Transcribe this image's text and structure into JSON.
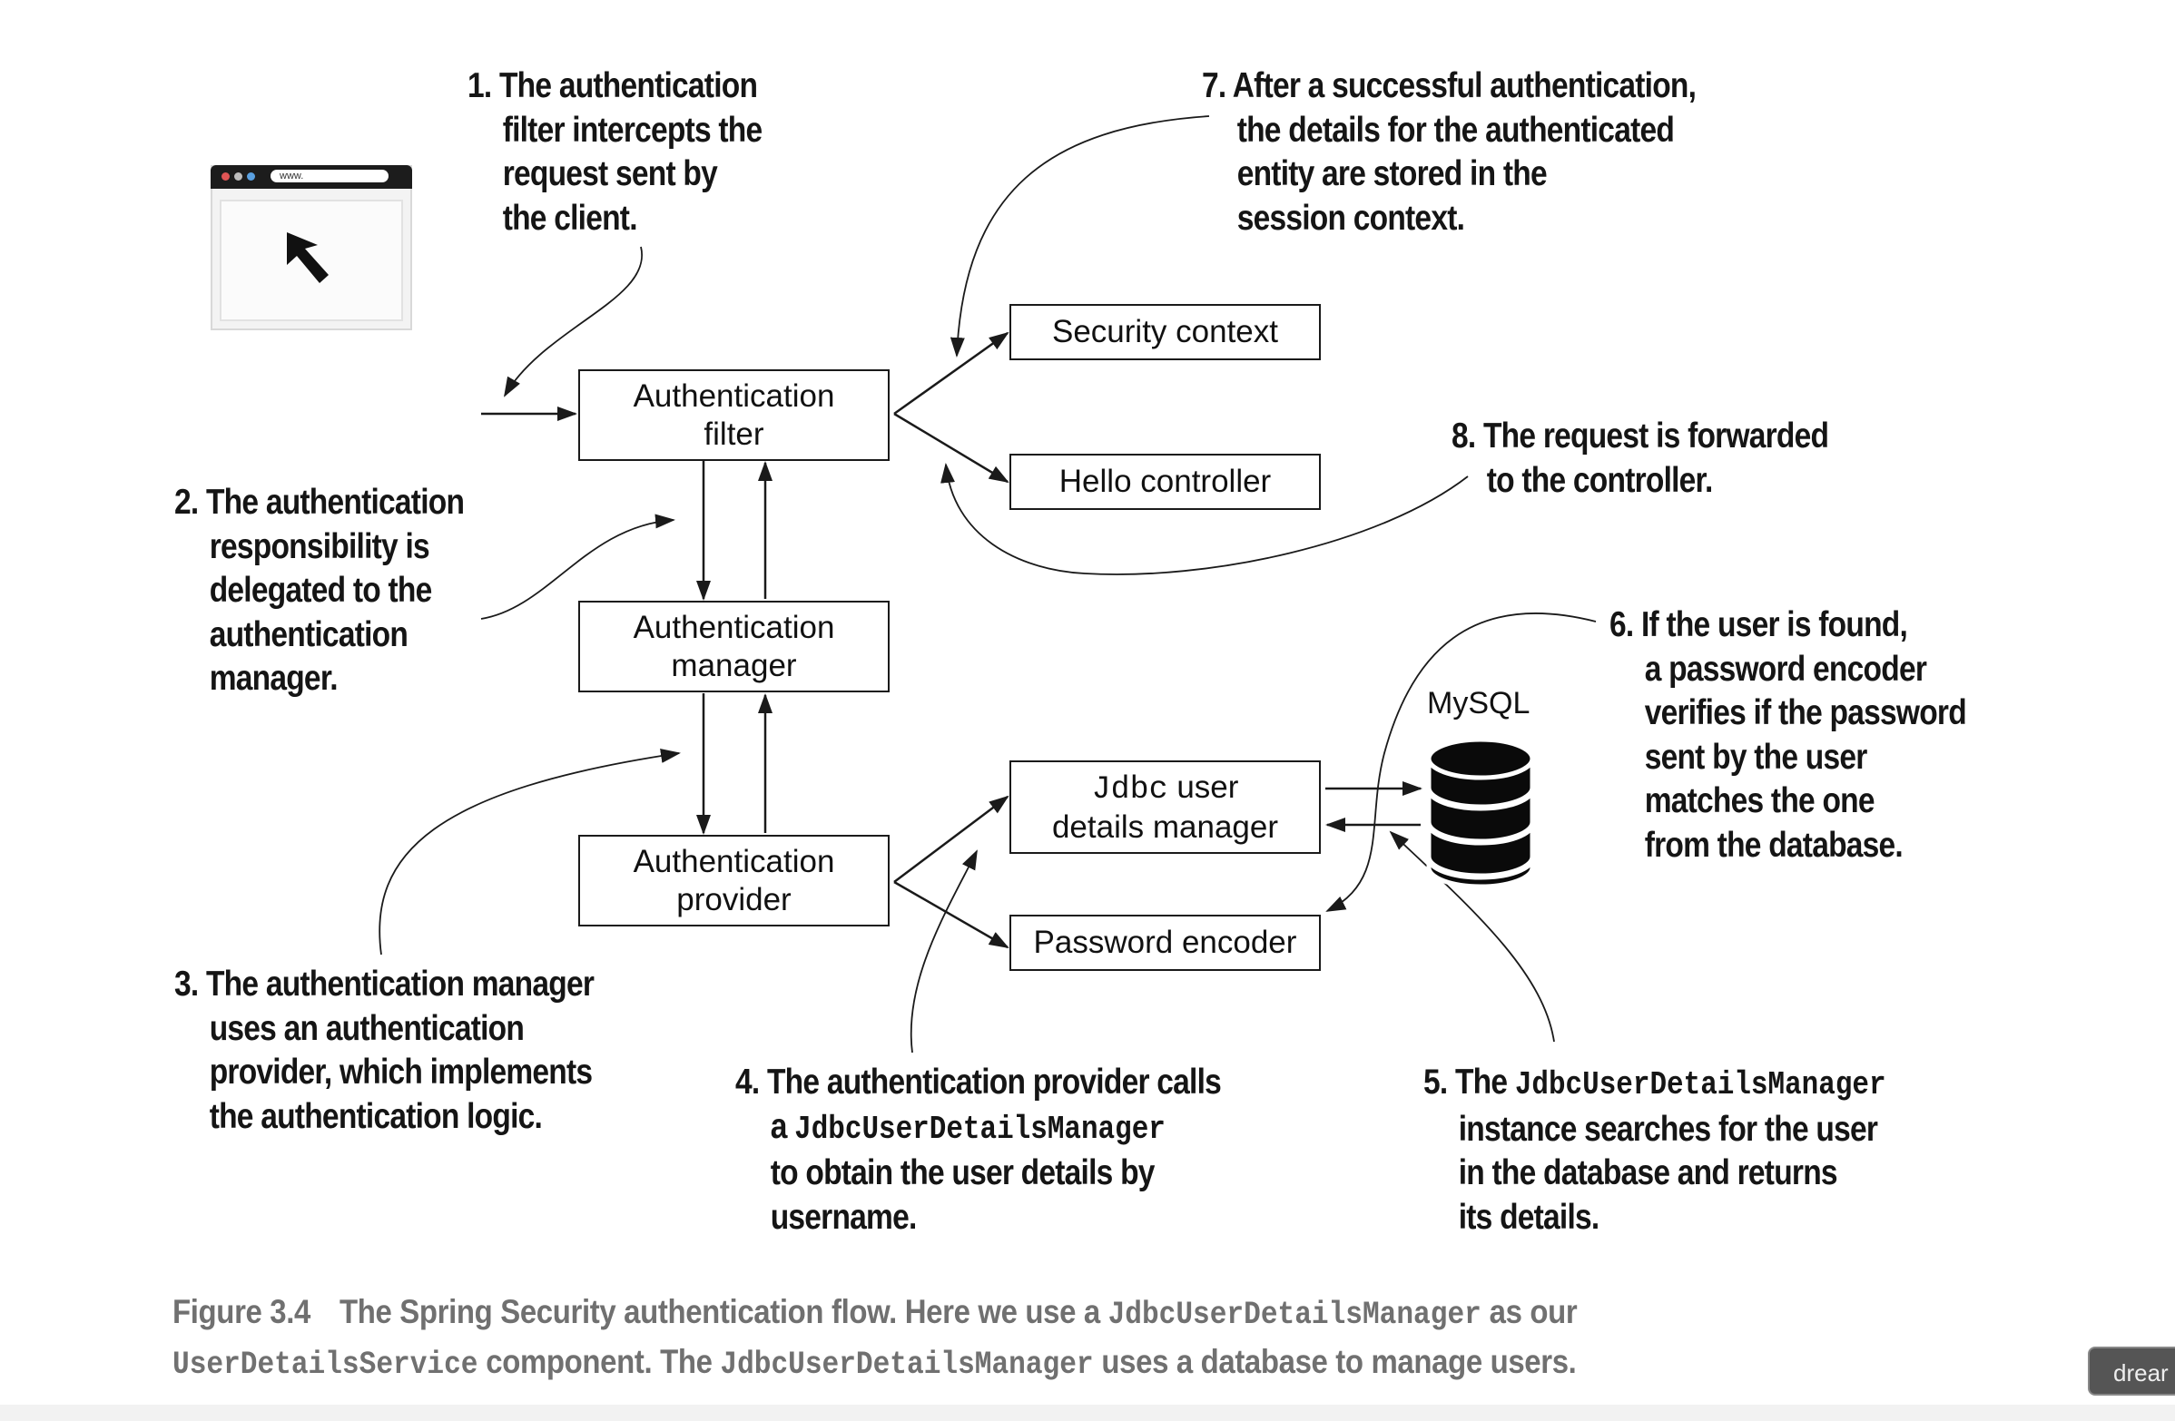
{
  "browser": {
    "url_text": "www."
  },
  "boxes": {
    "authentication_filter": [
      "Authentication",
      "filter"
    ],
    "authentication_manager": [
      "Authentication",
      "manager"
    ],
    "authentication_provider": [
      "Authentication",
      "provider"
    ],
    "security_context": "Security context",
    "hello_controller": "Hello controller",
    "jdbc_user_details_manager": {
      "code": "Jdbc",
      "rest": " user",
      "line2": "details manager"
    },
    "password_encoder": "Password encoder"
  },
  "database": {
    "label": "MySQL"
  },
  "notes": {
    "n1": [
      "1. The authentication",
      "filter intercepts the",
      "request sent by",
      "the client."
    ],
    "n2": [
      "2. The authentication",
      "responsibility is",
      "delegated to the",
      "authentication",
      "manager."
    ],
    "n3": [
      "3. The authentication manager",
      "uses an authentication",
      "provider, which implements",
      "the authentication logic."
    ],
    "n4": {
      "l1": "4. The authentication provider calls",
      "l2_pre": "a ",
      "l2_code": "JdbcUserDetailsManager",
      "l3": "to obtain the user details by",
      "l4": "username."
    },
    "n5": {
      "l1_pre": "5. The ",
      "l1_code": "JdbcUserDetailsManager",
      "l2": "instance searches for the user",
      "l3": "in the database and returns",
      "l4": "its details."
    },
    "n6": [
      "6. If the user is found,",
      "a password encoder",
      "verifies if the password",
      "sent by the user",
      "matches the one",
      "from the database."
    ],
    "n7": [
      "7. After a successful authentication,",
      "the details for the authenticated",
      "entity are stored in the",
      "session context."
    ],
    "n8": [
      "8. The request is forwarded",
      "to the controller."
    ]
  },
  "caption": {
    "figure": "Figure 3.4",
    "t1": "The Spring Security authentication flow. Here we use a ",
    "c1": "JdbcUserDetailsManager",
    "t2": " as our",
    "c2": "UserDetailsService",
    "t3": " component. The ",
    "c3": "JdbcUserDetailsManager",
    "t4": " uses a database to manage users."
  },
  "badge": {
    "text": "drear"
  },
  "colors": {
    "stroke": "#1a1a1a",
    "caption_text": "#707070",
    "database": "#0a0a0a"
  }
}
